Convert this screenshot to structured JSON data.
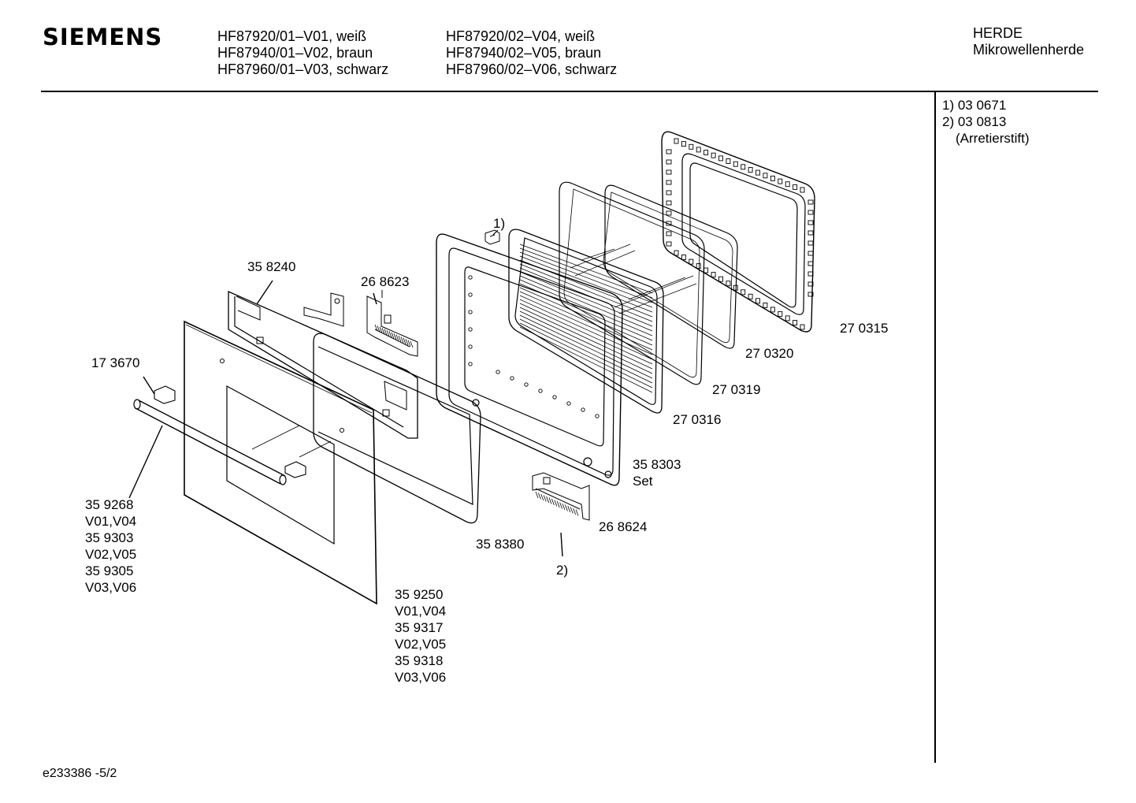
{
  "header": {
    "brand": "SIEMENS",
    "models_col1": [
      "HF87920/01–V01, weiß",
      "HF87940/01–V02, braun",
      "HF87960/01–V03, schwarz"
    ],
    "models_col2": [
      "HF87920/02–V04, weiß",
      "HF87940/02–V05, braun",
      "HF87960/02–V06, schwarz"
    ],
    "category": [
      "HERDE",
      "Mikrowellenherde"
    ]
  },
  "notes": [
    "1) 03 0671",
    "2) 03 0813",
    "(Arretierstift)"
  ],
  "labels": {
    "p_358240": "35 8240",
    "p_268623": "26 8623",
    "ref_1": "1)",
    "p_173670": "17 3670",
    "p_270315": "27 0315",
    "p_270320": "27 0320",
    "p_270319": "27 0319",
    "p_270316": "27 0316",
    "p_358303": [
      "35 8303",
      "Set"
    ],
    "p_268624": "26 8624",
    "p_358380": "35 8380",
    "ref_2": "2)",
    "handle_group": [
      "35 9268",
      "V01,V04",
      "35 9303",
      "V02,V05",
      "35 9305",
      "V03,V06"
    ],
    "glass_group": [
      "35 9250",
      "V01,V04",
      "35 9317",
      "V02,V05",
      "35 9318",
      "V03,V06"
    ]
  },
  "footer": {
    "doc_id": "e233386 -5/2"
  }
}
